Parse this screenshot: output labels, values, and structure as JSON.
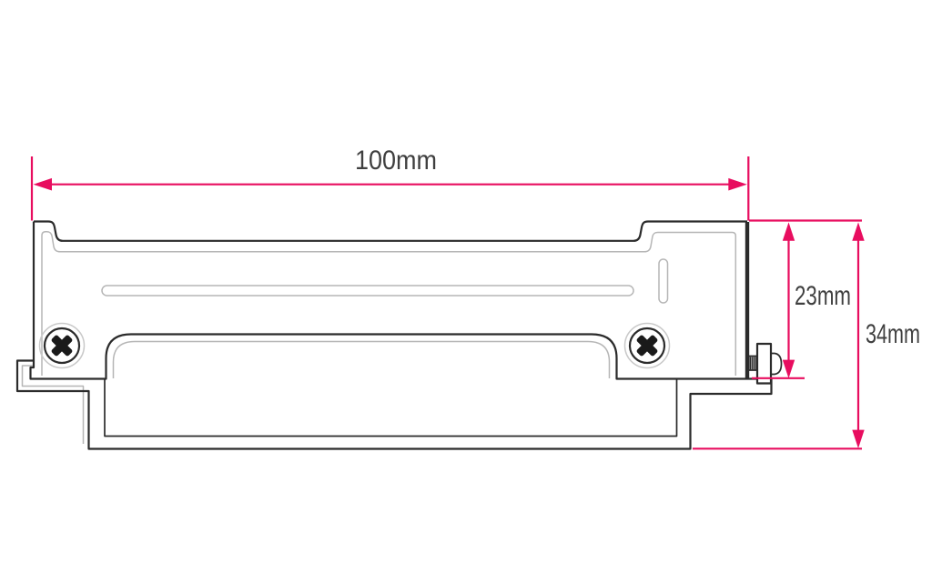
{
  "drawing": {
    "type": "technical-drawing",
    "subject": "mounting-bracket-front-view",
    "colors": {
      "outline": "#2B2B2B",
      "inner_line": "#B6B6B6",
      "dimension": "#E80D5F",
      "label_text": "#3F3F3F",
      "background": "#FFFFFF"
    },
    "dimensions": {
      "width": {
        "label": "100mm",
        "value": 100,
        "unit": "mm"
      },
      "upper_height": {
        "label": "23mm",
        "value": 23,
        "unit": "mm"
      },
      "total_height": {
        "label": "34mm",
        "value": 34,
        "unit": "mm"
      }
    }
  }
}
